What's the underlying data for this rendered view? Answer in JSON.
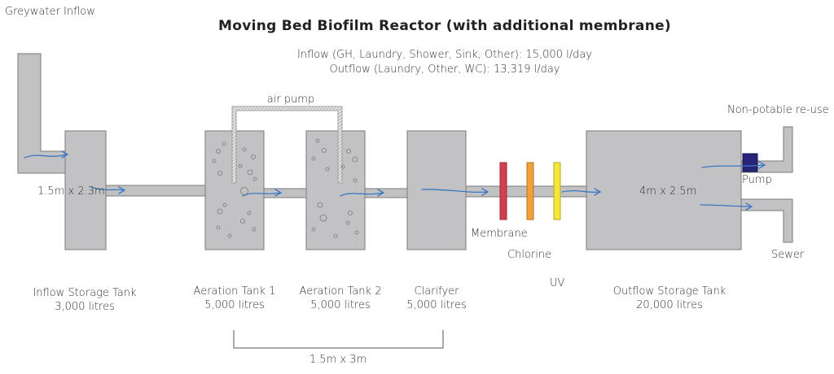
{
  "diagram": {
    "title": "Moving Bed Biofilm Reactor (with additional membrane)",
    "inflow_text": "Inflow (GH, Laundry, Shower, Sink, Other): 15,000 l/day",
    "outflow_text": "Outflow (Laundry, Other, WC): 13,319 l/day",
    "greywater_inflow": "Greywater Inflow",
    "air_pump": "air pump",
    "inflow_tank_dims": "1.5m x 2.3m",
    "outflow_tank_dims": "4m x 2.5m",
    "middle_tanks_dims": "1.5m x 3m",
    "membrane": "Membrane",
    "chlorine": "Chlorine",
    "uv": "UV",
    "pump": "Pump",
    "non_potable": "Non-potable re-use",
    "sewer": "Sewer",
    "tanks": [
      {
        "name": "Inflow Storage Tank",
        "capacity": "3,000 litres"
      },
      {
        "name": "Aeration Tank 1",
        "capacity": "5,000 litres"
      },
      {
        "name": "Aeration Tank 2",
        "capacity": "5,000 litres"
      },
      {
        "name": "Clarifyer",
        "capacity": "5,000 litres"
      },
      {
        "name": "Outflow Storage Tank",
        "capacity": "20,000 litres"
      }
    ],
    "colors": {
      "tank": "#c2c2c4",
      "tank_stroke": "#7a7a7a",
      "arrow": "#3a78c2",
      "membrane": "#d2404e",
      "chlorine": "#f3a03a",
      "uv": "#f5e63a",
      "pump": "#28247a"
    }
  }
}
